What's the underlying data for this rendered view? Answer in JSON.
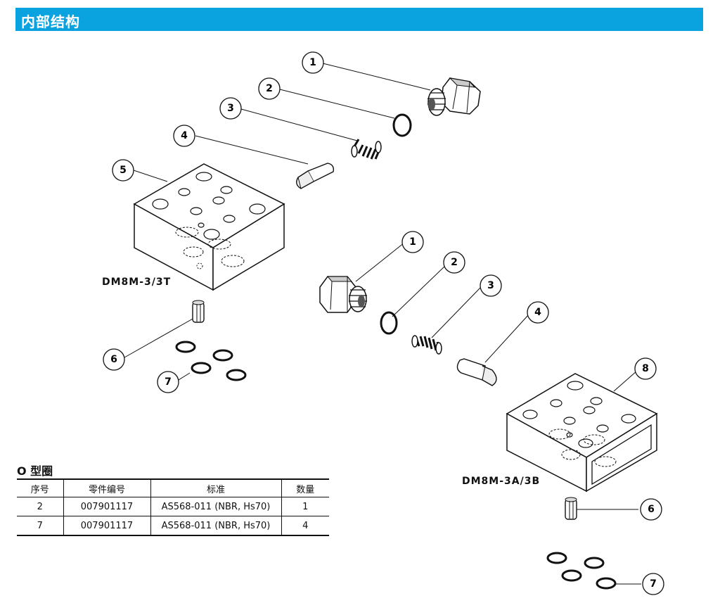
{
  "header": {
    "title": "内部结构"
  },
  "labels": {
    "model_a": "DM8M-3/3T",
    "model_b": "DM8M-3A/3B"
  },
  "callouts_upper": [
    "1",
    "2",
    "3",
    "4",
    "5",
    "6",
    "7"
  ],
  "callouts_lower": [
    "1",
    "2",
    "3",
    "4",
    "8",
    "6",
    "7"
  ],
  "oring_table": {
    "title": "O 型圈",
    "headers": [
      "序号",
      "零件编号",
      "标准",
      "数量"
    ],
    "rows": [
      [
        "2",
        "007901117",
        "AS568-011 (NBR, Hs70)",
        "1"
      ],
      [
        "7",
        "007901117",
        "AS568-011 (NBR, Hs70)",
        "4"
      ]
    ]
  },
  "colors": {
    "header_bg": "#0aa3e0",
    "header_text": "#ffffff"
  }
}
